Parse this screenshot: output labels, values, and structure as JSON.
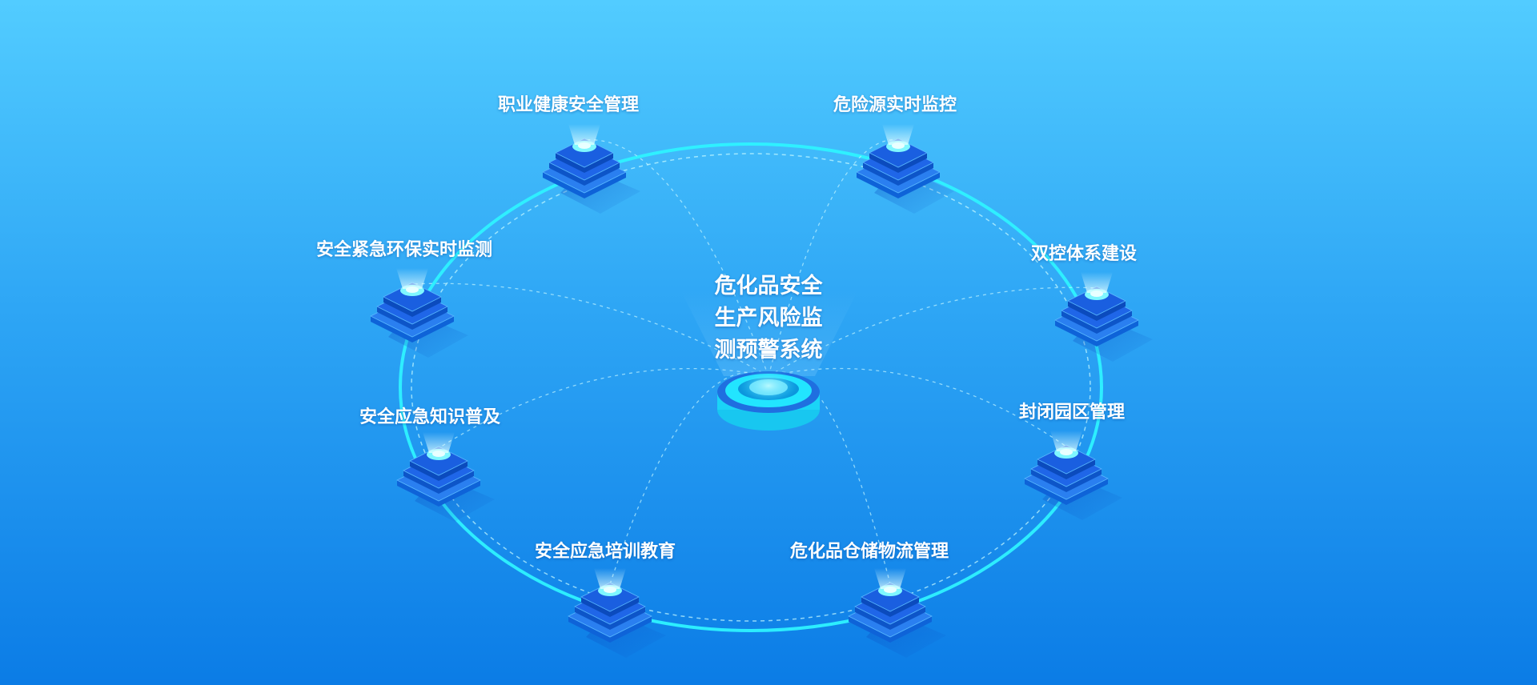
{
  "diagram": {
    "center": {
      "title_lines": [
        "危化品安全",
        "生产风险监",
        "测预警系统"
      ],
      "icon": "center-hub-icon"
    },
    "nodes": [
      {
        "id": "occupational-health",
        "label": "职业健康安全管理",
        "icon": "layer-stack-icon"
      },
      {
        "id": "hazard-source",
        "label": "危险源实时监控",
        "icon": "layer-stack-icon"
      },
      {
        "id": "safety-env",
        "label": "安全紧急环保实时监测",
        "icon": "layer-stack-icon"
      },
      {
        "id": "dual-control",
        "label": "双控体系建设",
        "icon": "layer-stack-icon"
      },
      {
        "id": "knowledge",
        "label": "安全应急知识普及",
        "icon": "layer-stack-icon"
      },
      {
        "id": "closed-park",
        "label": "封闭园区管理",
        "icon": "layer-stack-icon"
      },
      {
        "id": "training",
        "label": "安全应急培训教育",
        "icon": "layer-stack-icon"
      },
      {
        "id": "logistics",
        "label": "危化品仓储物流管理",
        "icon": "layer-stack-icon"
      }
    ],
    "colors": {
      "background_top": "#52ccff",
      "background_bottom": "#0b7ce6",
      "ring": "#2ef2ff",
      "platform_top": "#1a5fe0",
      "platform_glow": "#7ff7ff",
      "text": "#ffffff"
    }
  }
}
